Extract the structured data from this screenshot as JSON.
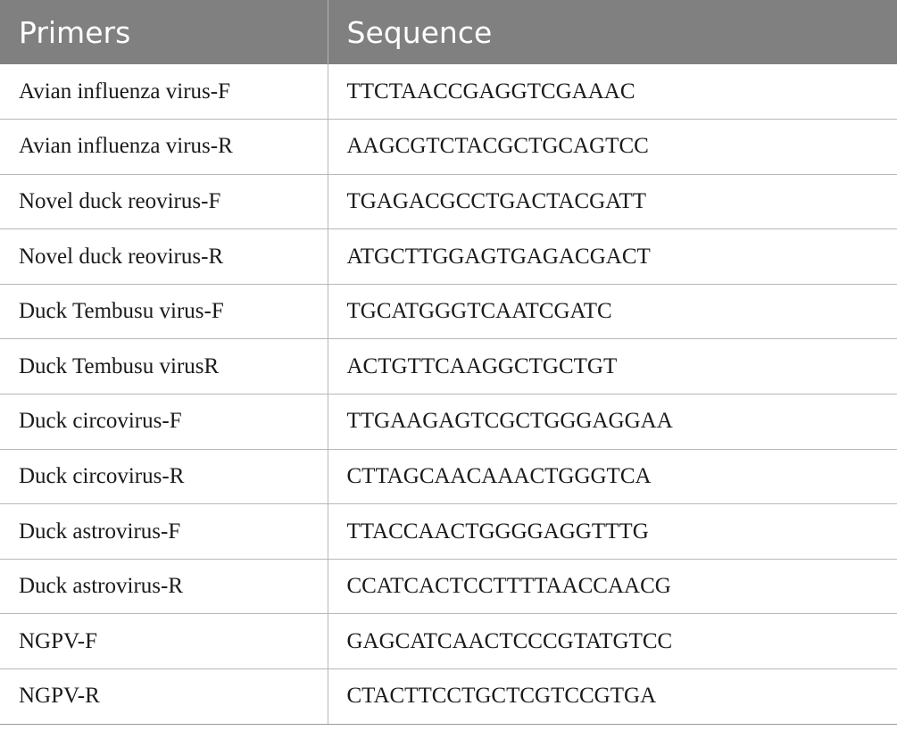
{
  "table": {
    "headers": [
      "Primers",
      "Sequence"
    ],
    "rows": [
      [
        "Avian influenza virus-F",
        "TTCTAACCGAGGTCGAAAC"
      ],
      [
        "Avian influenza virus-R",
        "AAGCGTCTACGCTGCAGTCC"
      ],
      [
        "Novel duck reovirus-F",
        "TGAGACGCCTGACTACGATT"
      ],
      [
        "Novel duck reovirus-R",
        "ATGCTTGGAGTGAGACGACT"
      ],
      [
        "Duck Tembusu virus-F",
        "TGCATGGGTCAATCGATC"
      ],
      [
        "Duck Tembusu virusR",
        "ACTGTTCAAGGCTGCTGT"
      ],
      [
        "Duck circovirus-F",
        "TTGAAGAGTCGCTGGGAGGAA"
      ],
      [
        "Duck circovirus-R",
        "CTTAGCAACAAACTGGGTCA"
      ],
      [
        "Duck astrovirus-F",
        "TTACCAACTGGGGAGGTTTG"
      ],
      [
        "Duck astrovirus-R",
        "CCATCACTCCTTTTAACCAACG"
      ],
      [
        "NGPV-F",
        "GAGCATCAACTCCCGTATGTCC"
      ],
      [
        "NGPV-R",
        "CTACTTCCTGCTCGTCCGTGA"
      ]
    ]
  }
}
